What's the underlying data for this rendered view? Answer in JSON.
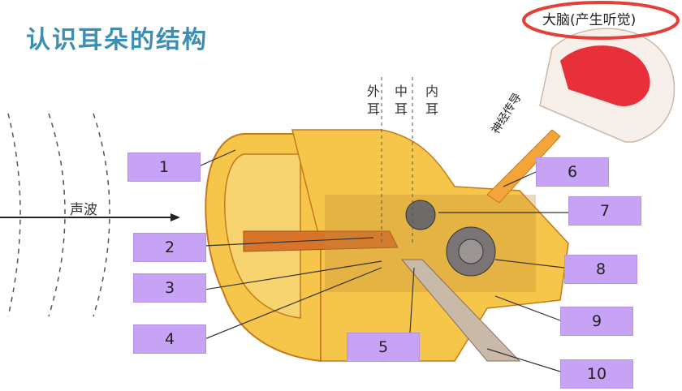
{
  "title": "认识耳朵的结构",
  "brain_label": "大脑(产生听觉)",
  "nerve_label": "神经传导",
  "sound_wave_label": "声波",
  "region_labels": [
    "外耳",
    "中耳",
    "内耳"
  ],
  "numbered_boxes": [
    "1",
    "2",
    "3",
    "4",
    "5",
    "6",
    "7",
    "8",
    "9",
    "10"
  ],
  "colors": {
    "title": "#3a8fb3",
    "box": "#c7a3f5",
    "ear_outer": "#f6c64a",
    "ear_inner": "#d8742a",
    "brain": "#e8303a",
    "highlight_ring": "#e3403a"
  }
}
